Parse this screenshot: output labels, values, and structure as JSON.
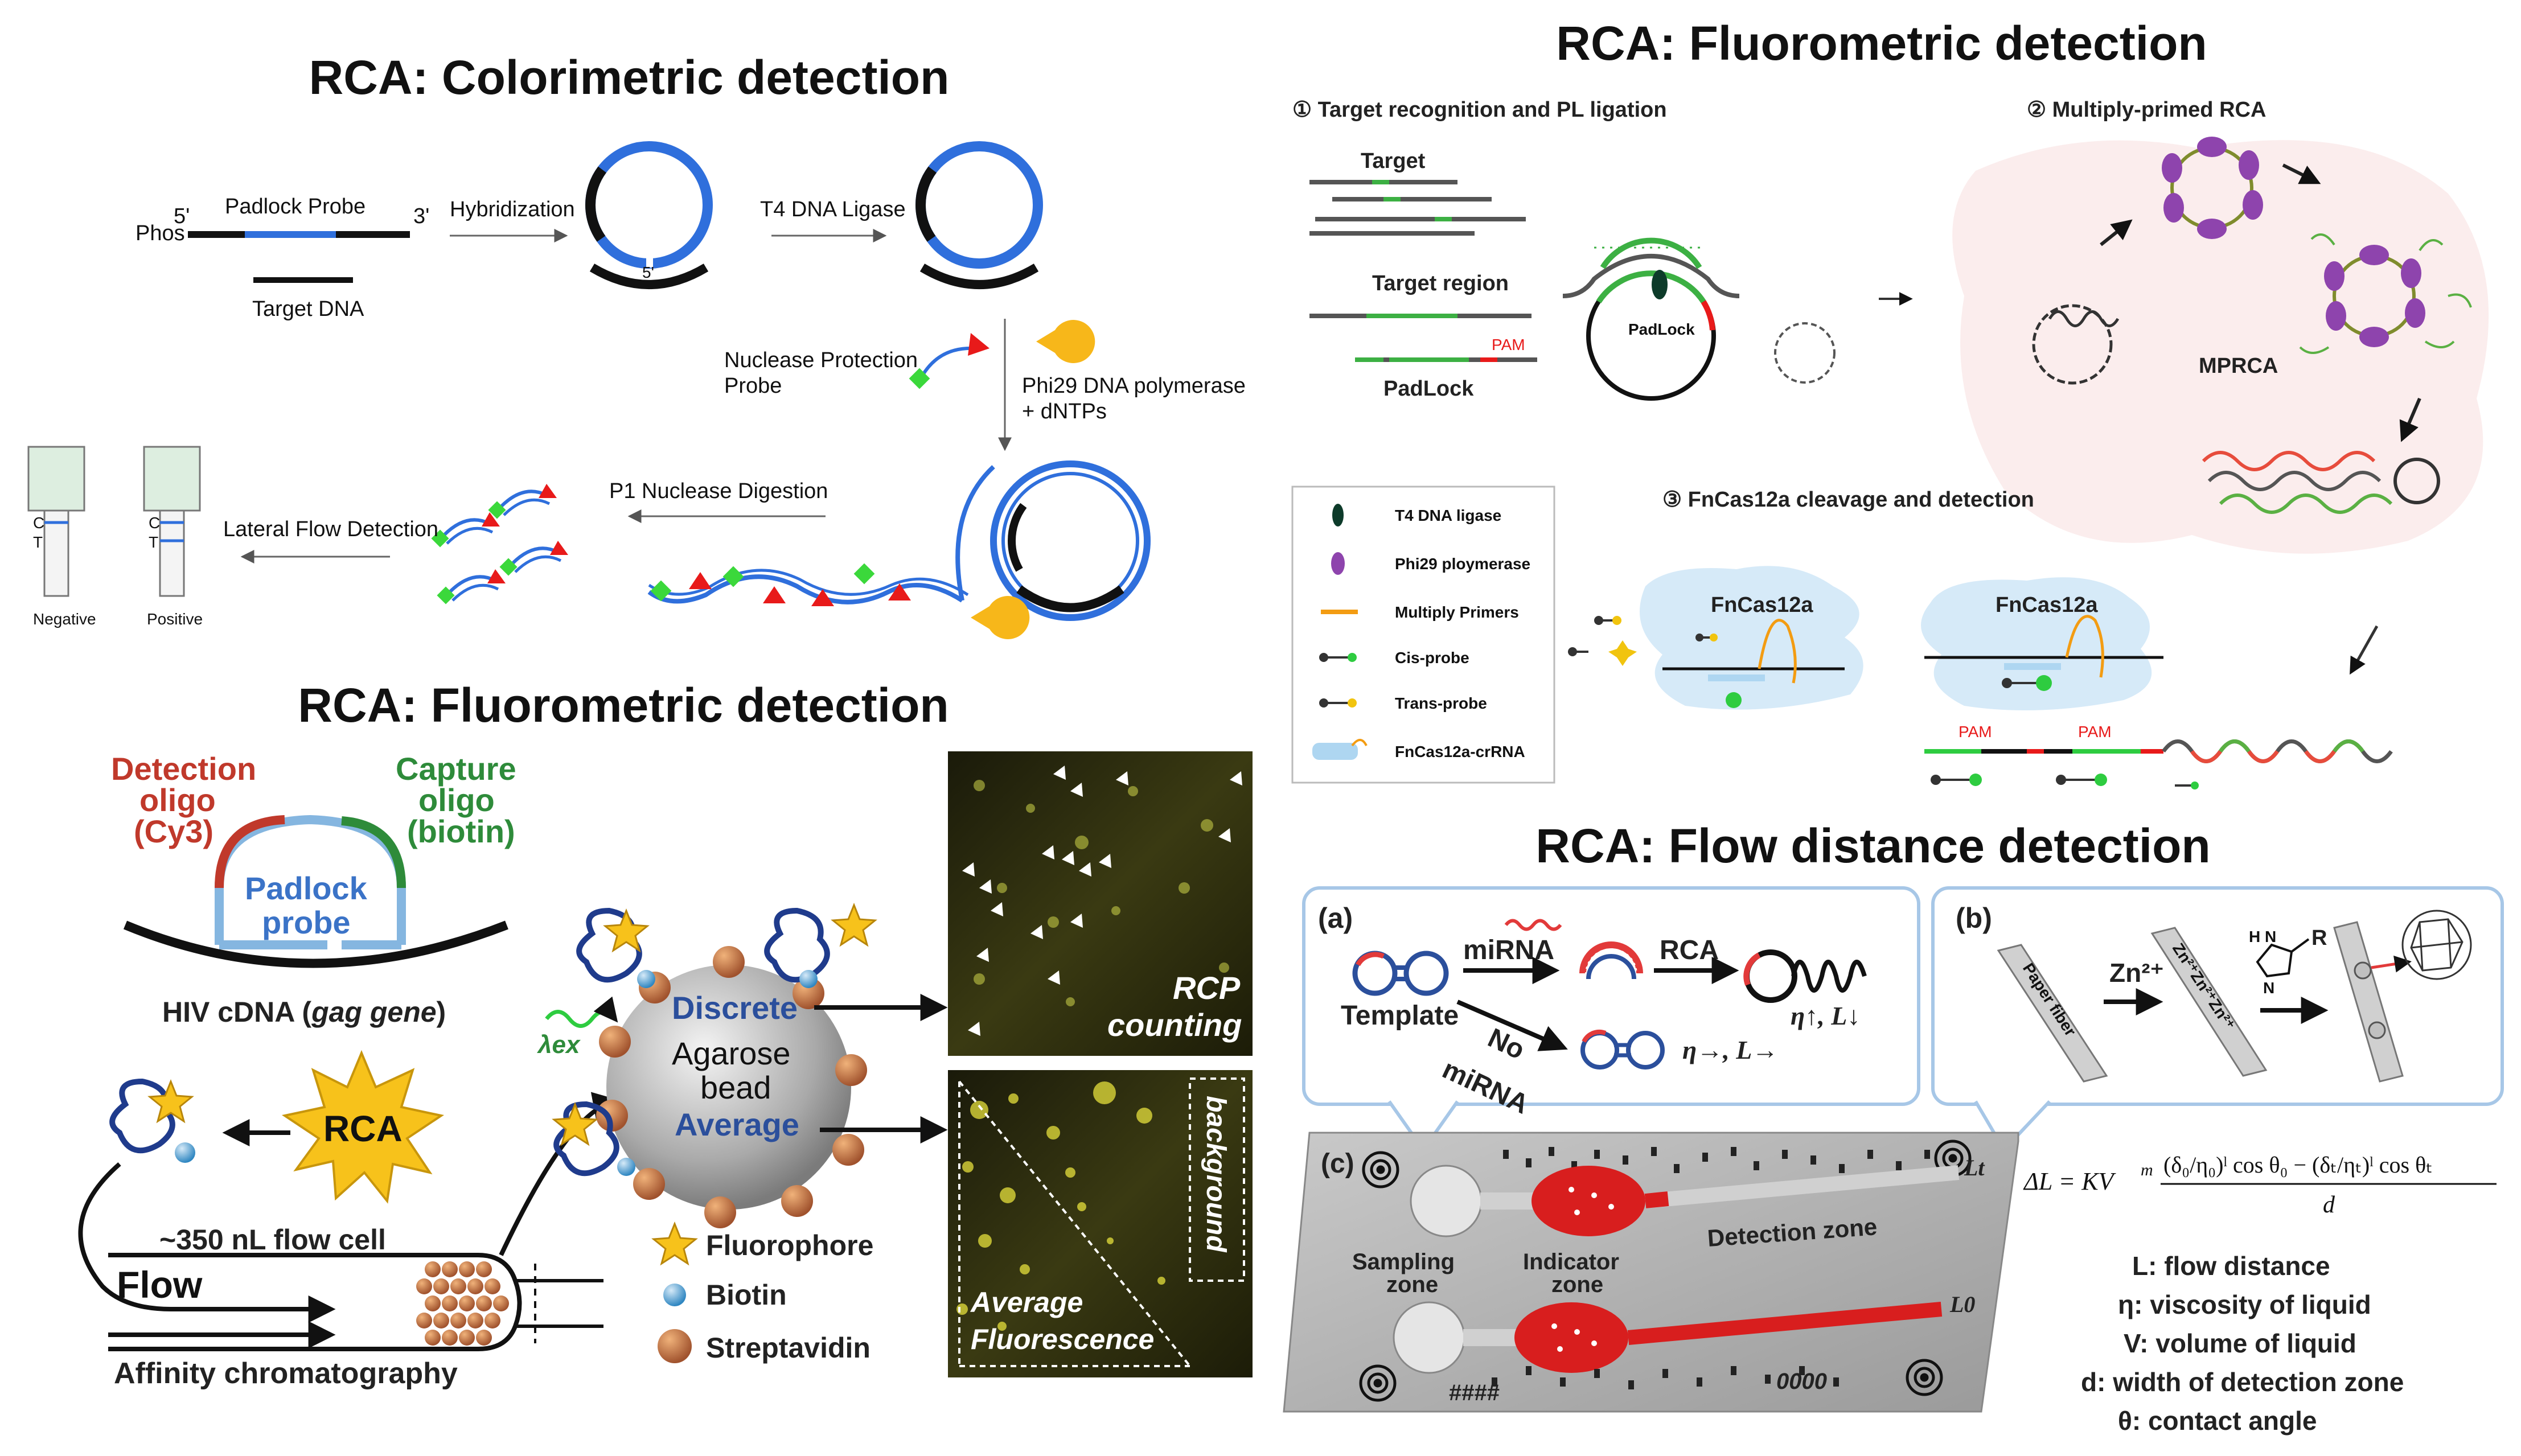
{
  "titles": {
    "colorimetric": "RCA: Colorimetric detection",
    "fluoro_top": "RCA: Fluorometric detection",
    "fluoro_bottom": "RCA: Fluorometric detection",
    "flow_distance": "RCA: Flow distance detection"
  },
  "colorimetric": {
    "phos": "Phos",
    "five_prime": "5'",
    "three_prime": "3'",
    "padlock_probe": "Padlock Probe",
    "target_dna": "Target DNA",
    "hybridization": "Hybridization",
    "five_prime_small": "5'",
    "t4_ligase": "T4 DNA Ligase",
    "nuclease_protection_1": "Nuclease Protection",
    "nuclease_protection_2": "Probe",
    "phi29_1": "Phi29 DNA polymerase",
    "phi29_2": "+ dNTPs",
    "p1_digestion": "P1 Nuclease Digestion",
    "lateral_flow": "Lateral Flow Detection",
    "c_label": "C",
    "t_label": "T",
    "negative": "Negative",
    "positive": "Positive"
  },
  "fluoro_top": {
    "step1": "① Target recognition and PL ligation",
    "step2": "② Multiply-primed RCA",
    "step3": "③ FnCas12a cleavage and detection",
    "target": "Target",
    "target_region": "Target region",
    "pam": "PAM",
    "padlock_label": "PadLock",
    "padlock_in_circle": "PadLock",
    "mprca": "MPRCA",
    "fncas_a": "FnCas12a",
    "fncas_b": "FnCas12a",
    "pam_a": "PAM",
    "pam_b": "PAM",
    "legend": [
      {
        "icon": "t4-ligase-icon",
        "label": "T4 DNA ligase",
        "color": "#0d3b2a"
      },
      {
        "icon": "phi29-polymerase-icon",
        "label": "Phi29 ploymerase",
        "color": "#8e44ad"
      },
      {
        "icon": "primer-icon",
        "label": "Multiply Primers",
        "color": "#f39c12"
      },
      {
        "icon": "cis-probe-icon",
        "label": "Cis-probe",
        "color": "#2ecc40"
      },
      {
        "icon": "trans-probe-icon",
        "label": "Trans-probe",
        "color": "#f1c40f"
      },
      {
        "icon": "crRNA-icon",
        "label": "FnCas12a-crRNA",
        "color": "#aed6f1"
      }
    ]
  },
  "fluoro_bottom": {
    "detection_oligo_1": "Detection",
    "detection_oligo_2": "oligo",
    "detection_oligo_3": "(Cy3)",
    "capture_oligo_1": "Capture",
    "capture_oligo_2": "oligo",
    "capture_oligo_3": "(biotin)",
    "padlock_1": "Padlock",
    "padlock_2": "probe",
    "hiv_prefix": "HIV cDNA (",
    "hiv_gene": "gag gene",
    "hiv_suffix": ")",
    "rca": "RCA",
    "lambda": "λex",
    "flow_cell": "~350 nL flow cell",
    "flow": "Flow",
    "affinity": "Affinity chromatography",
    "discrete": "Discrete",
    "agarose": "Agarose",
    "bead": "bead",
    "average": "Average",
    "rcp_1": "RCP",
    "rcp_2": "counting",
    "background": "background",
    "avg_fluor_1": "Average",
    "avg_fluor_2": "Fluorescence",
    "legend_fluorophore": "Fluorophore",
    "legend_biotin": "Biotin",
    "legend_streptavidin": "Streptavidin"
  },
  "flow_distance": {
    "panel_a": "(a)",
    "panel_b": "(b)",
    "panel_c": "(c)",
    "mirna": "miRNA",
    "rca": "RCA",
    "template": "Template",
    "no": "No",
    "no_mirna": "miRNA",
    "eta_up": "η↑, L↓",
    "eta_same": "η→, L→",
    "paper_fiber": "Paper fiber",
    "zn": "Zn²⁺",
    "zn_chain": "Zn²⁺Zn²⁺Zn²⁺",
    "r_group": "R",
    "nh": "H N",
    "n": "N",
    "sampling_1": "Sampling",
    "sampling_2": "zone",
    "indicator_1": "Indicator",
    "indicator_2": "zone",
    "detection_zone": "Detection zone",
    "l_t": "Lt",
    "l_0": "L0",
    "hash_code": "####",
    "zero_code": "0000",
    "formula": "ΔL = KVᵐ (δ₀/η₀)ˡ cos θ₀ − (δₜ/ηₜ)ˡ cos θₜ / d",
    "formula_lhs": "ΔL = KV",
    "formula_m": "m",
    "formula_num": "(δ₀/η₀)ˡ cos θ₀ − (δₜ/ηₜ)ˡ cos θₜ",
    "formula_den": "d",
    "def_L": "L: flow distance",
    "def_eta": "η: viscosity of liquid",
    "def_V": "V: volume of liquid",
    "def_d": "d: width of detection zone",
    "def_theta": "θ: contact angle"
  }
}
